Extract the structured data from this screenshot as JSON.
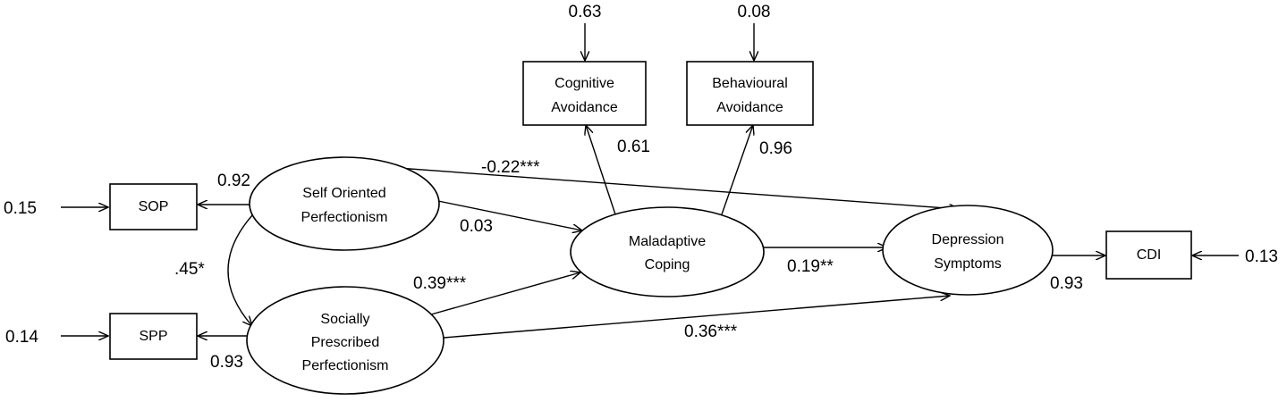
{
  "nodes": {
    "sop_box": {
      "label": "SOP"
    },
    "spp_box": {
      "label": "SPP"
    },
    "cdi_box": {
      "label": "CDI"
    },
    "cognitive_box": {
      "line1": "Cognitive",
      "line2": "Avoidance"
    },
    "behavioural_box": {
      "line1": "Behavioural",
      "line2": "Avoidance"
    },
    "self_oriented": {
      "line1": "Self Oriented",
      "line2": "Perfectionism"
    },
    "socially_prescribed": {
      "line1": "Socially",
      "line2": "Prescribed",
      "line3": "Perfectionism"
    },
    "maladaptive": {
      "line1": "Maladaptive",
      "line2": "Coping"
    },
    "depression": {
      "line1": "Depression",
      "line2": "Symptoms"
    }
  },
  "errors": {
    "sop": "0.15",
    "spp": "0.14",
    "cdi": "0.13",
    "cognitive": "0.63",
    "behavioural": "0.08"
  },
  "loadings": {
    "sop": "0.92",
    "spp": "0.93",
    "cdi": "0.93",
    "cognitive": "0.61",
    "behavioural": "0.96"
  },
  "paths": {
    "self_to_depression": "-0.22***",
    "self_to_maladaptive": "0.03",
    "spp_to_maladaptive": "0.39***",
    "maladaptive_to_depression": "0.19**",
    "spp_to_depression": "0.36***",
    "correlation": ".45*"
  }
}
